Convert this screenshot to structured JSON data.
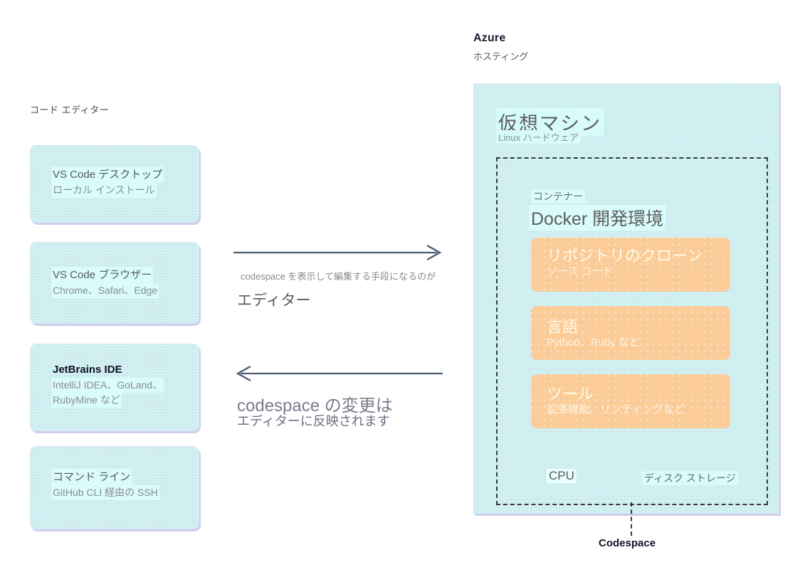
{
  "diagram": {
    "left_section": {
      "title": "コード エディター",
      "cards": [
        {
          "line1": "VS Code デスクトップ",
          "line2": "ローカル インストール",
          "bold": false
        },
        {
          "line1": "VS Code ブラウザー",
          "line2": "Chrome、Safari、Edge",
          "bold": false
        },
        {
          "line1": "JetBrains IDE",
          "line2": "IntelliJ IDEA、GoLand、",
          "line3": "RubyMine など",
          "bold": true
        },
        {
          "line1": "コマンド ライン",
          "line2": "GitHub CLI 経由の SSH",
          "bold": false
        }
      ]
    },
    "arrows": {
      "forward": {
        "direction": "right",
        "caption_small": "codespace を表示して編集する手段になるのが",
        "caption_large": "エディター"
      },
      "backward": {
        "direction": "left",
        "caption_large": "codespace の変更は",
        "caption_small": "エディターに反映されます"
      }
    },
    "right_section": {
      "title": "Azure",
      "subtitle": "ホスティング",
      "vm": {
        "title": "仮想マシン",
        "subtitle": "Linux ハードウェア"
      },
      "container": {
        "label": "コンテナー",
        "title": "Docker 開発環境",
        "items": [
          {
            "line1": "リポジトリのクローン",
            "line2": "ソース コード"
          },
          {
            "line1": "言語",
            "line2": "Python、Ruby など"
          },
          {
            "line1": "ツール",
            "line2": "拡張機能、リンティングなど"
          }
        ]
      },
      "hardware": {
        "cpu": "CPU",
        "disk": "ディスク ストレージ"
      },
      "codespace_label": "Codespace"
    },
    "colors": {
      "card_fill": "#cdf4f4",
      "card_shadow": "#b9b2e6",
      "orange_fill": "#fbcb98",
      "arrow_stroke": "#4c5d77",
      "dash_stroke": "#3a3a3a"
    }
  }
}
